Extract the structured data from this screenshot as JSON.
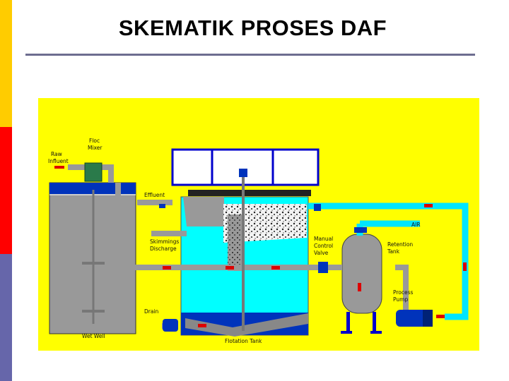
{
  "slide": {
    "title": "SKEMATIK PROSES DAF"
  },
  "diagram": {
    "labels": {
      "raw_influent_1": "Raw",
      "raw_influent_2": "Influent",
      "floc_mixer_1": "Floc",
      "floc_mixer_2": "Mixer",
      "effluent": "Effluent",
      "air": "AIR",
      "skimmings_1": "Skimmings",
      "skimmings_2": "Discharge",
      "manual_control_1": "Manual",
      "manual_control_2": "Control",
      "manual_control_3": "Valve",
      "retention_tank_1": "Retention",
      "retention_tank_2": "Tank",
      "process_pump_1": "Process",
      "process_pump_2": "Pump",
      "drain": "Drain",
      "wet_well": "Wet Well",
      "flotation_tank": "Flotation Tank"
    },
    "colors": {
      "background": "#ffff00",
      "water": "#00ffff",
      "tank": "#9a9a9a",
      "frame": "#0000cc",
      "pipe": "#999999",
      "flow_arrow": "#dd0000"
    }
  }
}
